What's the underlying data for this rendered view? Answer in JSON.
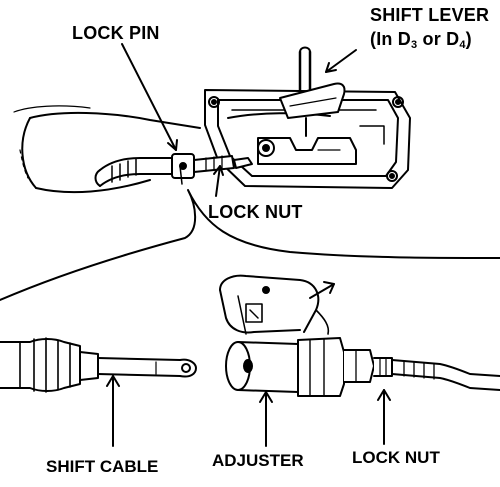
{
  "labels": {
    "shift_lever": "SHIFT LEVER",
    "shift_lever_note_prefix": "(In D",
    "shift_lever_note_sub1": "3",
    "shift_lever_note_mid": " or D",
    "shift_lever_note_sub2": "4",
    "shift_lever_note_suffix": ")",
    "lock_pin": "LOCK PIN",
    "lock_nut_upper": "LOCK NUT",
    "shift_cable": "SHIFT CABLE",
    "adjuster": "ADJUSTER",
    "lock_nut_lower": "LOCK NUT"
  }
}
